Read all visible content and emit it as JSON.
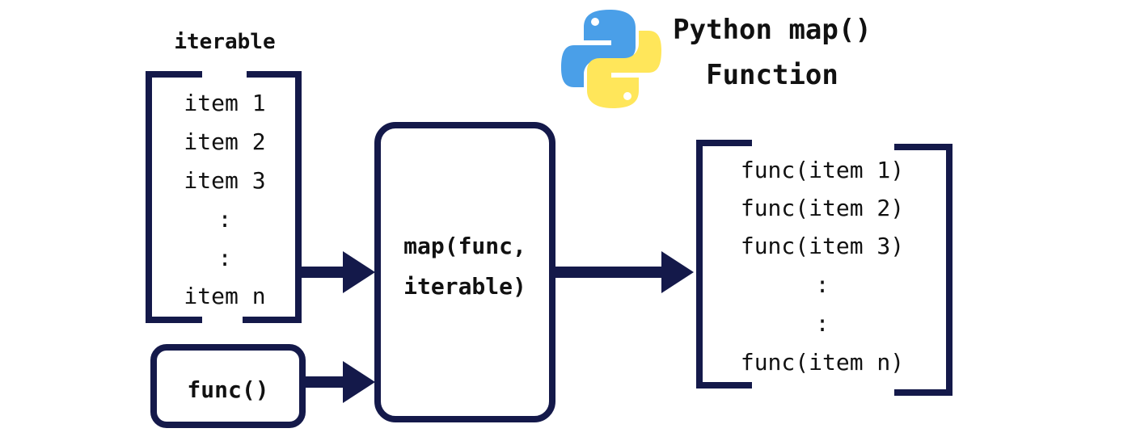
{
  "title": {
    "line1": "Python map()",
    "line2": "Function"
  },
  "iterable": {
    "label": "iterable",
    "items": [
      "item 1",
      "item 2",
      "item 3",
      ":",
      ":",
      "item n"
    ]
  },
  "func_box": {
    "label": "func()"
  },
  "map_box": {
    "line1": "map(func,",
    "line2": "iterable)"
  },
  "output": {
    "items": [
      "func(item 1)",
      "func(item 2)",
      "func(item 3)",
      ":",
      ":",
      "func(item n)"
    ]
  },
  "colors": {
    "navy": "#14194a",
    "python_blue": "#4a9fe8",
    "python_yellow": "#ffe65a"
  },
  "icons": {
    "logo": "python-logo-icon",
    "arrow": "arrow-right-icon"
  }
}
